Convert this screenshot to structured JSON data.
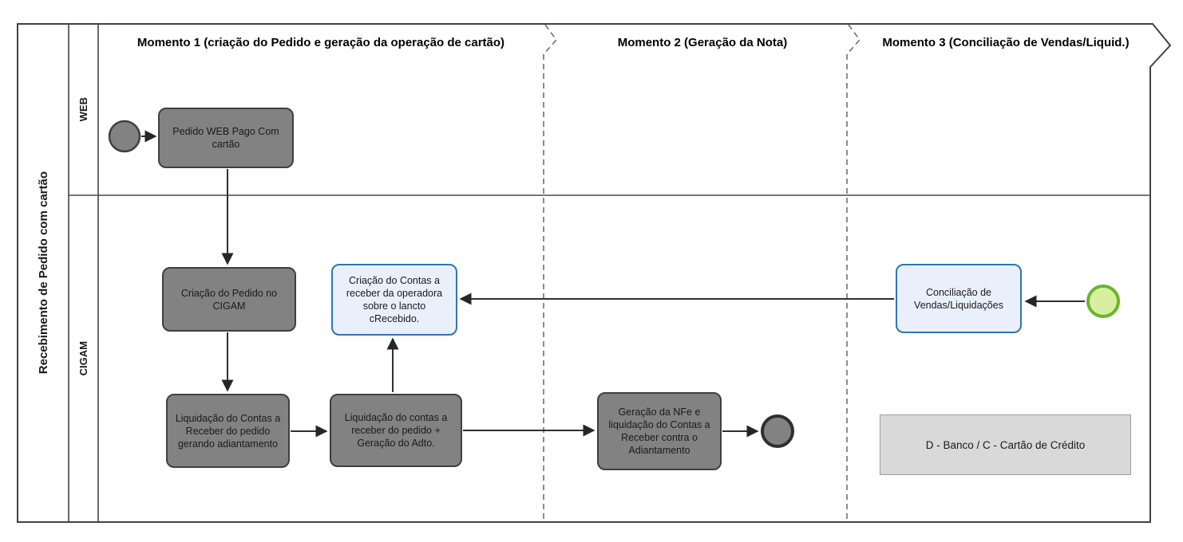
{
  "pool": {
    "label": "Recebimento de Pedido com cartão"
  },
  "lanes": {
    "web": "WEB",
    "cigam": "CIGAM"
  },
  "phases": [
    {
      "label": "Momento 1 (criação do Pedido e geração da operação de cartão)"
    },
    {
      "label": "Momento 2 (Geração da Nota)"
    },
    {
      "label": "Momento 3 (Conciliação de Vendas/Liquid.)"
    }
  ],
  "nodes": {
    "pedido_web": {
      "label": "Pedido WEB Pago Com cartão"
    },
    "criacao_pedido": {
      "label": "Criação do Pedido no CIGAM"
    },
    "liquidacao_adiantamento": {
      "label": "Liquidação do Contas a Receber do pedido gerando adiantamento"
    },
    "liquidacao_geracao_adto": {
      "label": "Liquidação do contas a receber do pedido + Geração do Adto."
    },
    "criacao_contas_operadora": {
      "label": "Criação do Contas a receber da operadora sobre o lancto cRecebido."
    },
    "geracao_nfe": {
      "label": "Geração da NFe e liquidação do Contas a Receber contra o Adiantamento"
    },
    "conciliacao": {
      "label": "Conciliação de Vendas/Liquidações"
    }
  },
  "legend": {
    "label": "D - Banco / C - Cartão de Crédito"
  },
  "colors": {
    "task_fill": "#828282",
    "task_border": "#3f3f3f",
    "highlight_fill": "#e9f0fb",
    "highlight_border": "#2e75b6",
    "green_event_fill": "#d9efa0",
    "green_event_border": "#6bb42d",
    "legend_fill": "#d9d9d9",
    "connector": "#303030"
  }
}
